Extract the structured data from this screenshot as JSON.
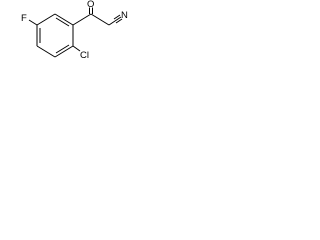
{
  "structure": {
    "atoms": {
      "oxygen": "O",
      "nitrogen": "N",
      "fluorine": "F",
      "chlorine": "Cl"
    }
  }
}
